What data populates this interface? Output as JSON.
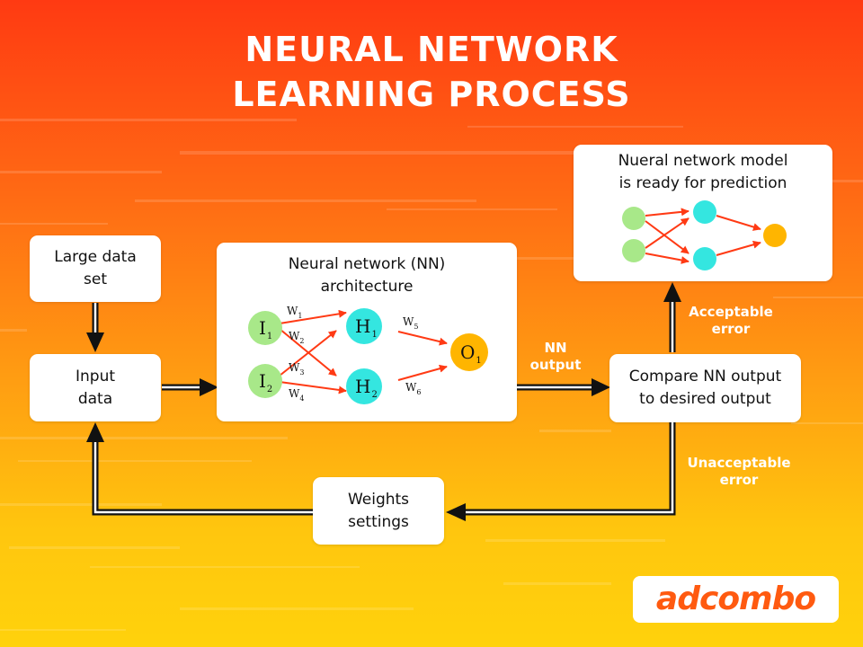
{
  "title": {
    "line1": "NEURAL NETWORK",
    "line2": "LEARNING PROCESS"
  },
  "boxes": {
    "large_data": [
      "Large data",
      "set"
    ],
    "input_data": [
      "Input",
      "data"
    ],
    "nn_arch": [
      "Neural network (NN)",
      "architecture"
    ],
    "compare": [
      "Compare NN output",
      "to desired output"
    ],
    "model_ready": [
      "Nueral network model",
      "is ready for prediction"
    ],
    "weights": [
      "Weights",
      "settings"
    ]
  },
  "path_labels": {
    "nn_output": [
      "NN",
      "output"
    ],
    "acceptable": [
      "Acceptable",
      "error"
    ],
    "unacceptable": [
      "Unacceptable",
      "error"
    ]
  },
  "network": {
    "nodes": {
      "I1": {
        "letter": "I",
        "sub": "1"
      },
      "I2": {
        "letter": "I",
        "sub": "2"
      },
      "H1": {
        "letter": "H",
        "sub": "1"
      },
      "H2": {
        "letter": "H",
        "sub": "2"
      },
      "O1": {
        "letter": "O",
        "sub": "1"
      }
    },
    "weights": [
      {
        "letter": "W",
        "sub": "1"
      },
      {
        "letter": "W",
        "sub": "2"
      },
      {
        "letter": "W",
        "sub": "3"
      },
      {
        "letter": "W",
        "sub": "4"
      },
      {
        "letter": "W",
        "sub": "5"
      },
      {
        "letter": "W",
        "sub": "6"
      }
    ]
  },
  "colors": {
    "input_node": "#a8e889",
    "hidden_node": "#34e6e0",
    "output_node": "#ffb500",
    "connection_arrow": "#ff3a14",
    "flow_line": "#111111"
  },
  "logo": {
    "text": "adcombo"
  }
}
